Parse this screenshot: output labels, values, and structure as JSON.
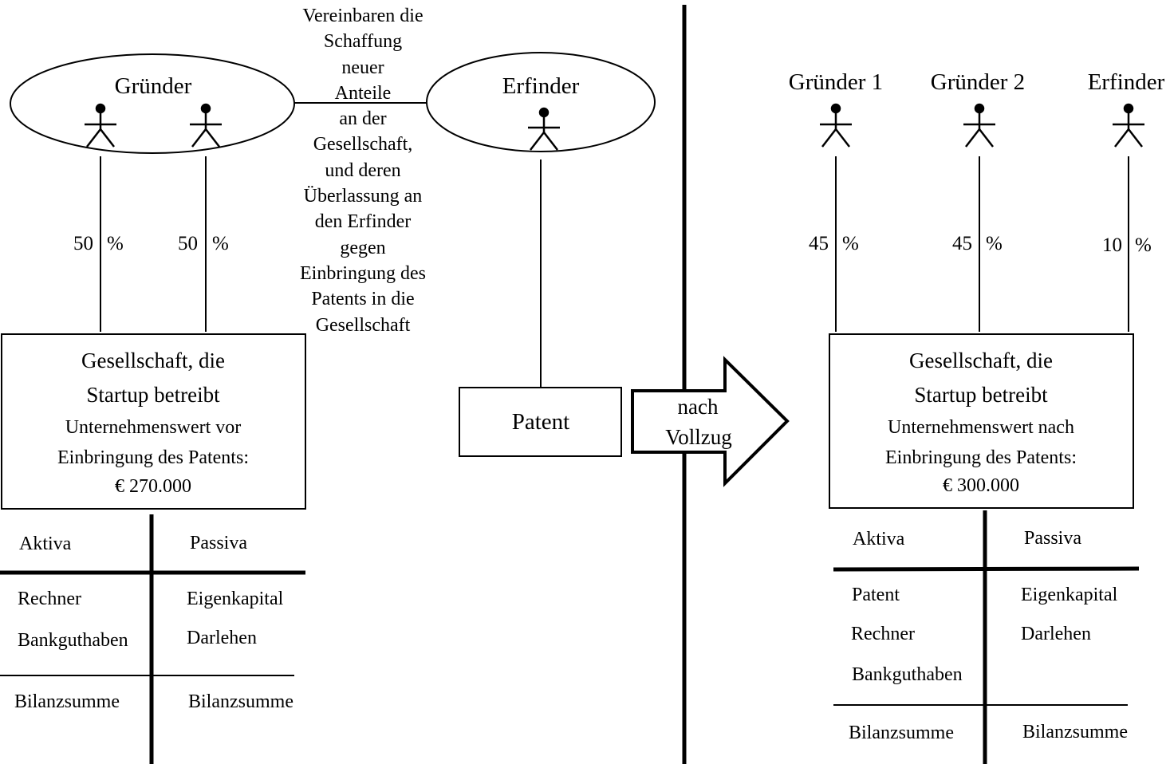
{
  "left": {
    "group_label": "Gründer",
    "inventor_label": "Erfinder",
    "share_1": "50",
    "share_2": "50",
    "percent": "%",
    "agreement_lines": [
      "Vereinbaren die",
      "Schaffung",
      "neuer",
      "Anteile",
      "an der",
      "Gesellschaft,",
      "und deren",
      "Überlassung an",
      "den Erfinder",
      "gegen",
      "Einbringung des",
      "Patents in die",
      "Gesellschaft"
    ],
    "company": {
      "line1": "Gesellschaft, die",
      "line2": "Startup betreibt",
      "line3": "Unternehmenswert vor",
      "line4": "Einbringung des Patents:",
      "value": "€ 270.000"
    },
    "patent_label": "Patent",
    "balance": {
      "aktiva_header": "Aktiva",
      "passiva_header": "Passiva",
      "aktiva_items": [
        "Rechner",
        "Bankguthaben"
      ],
      "passiva_items": [
        "Eigenkapital",
        "Darlehen"
      ],
      "total_left": "Bilanzsumme",
      "total_right": "Bilanzsumme"
    }
  },
  "arrow": {
    "line1": "nach",
    "line2": "Vollzug"
  },
  "right": {
    "founder1_label": "Gründer 1",
    "founder2_label": "Gründer 2",
    "inventor_label": "Erfinder",
    "share_1": "45",
    "share_2": "45",
    "share_3": "10",
    "percent": "%",
    "company": {
      "line1": "Gesellschaft, die",
      "line2": "Startup betreibt",
      "line3": "Unternehmenswert nach",
      "line4": "Einbringung des Patents:",
      "value": "€ 300.000"
    },
    "balance": {
      "aktiva_header": "Aktiva",
      "passiva_header": "Passiva",
      "aktiva_items": [
        "Patent",
        "Rechner",
        "Bankguthaben"
      ],
      "passiva_items": [
        "Eigenkapital",
        "Darlehen"
      ],
      "total_left": "Bilanzsumme",
      "total_right": "Bilanzsumme"
    }
  }
}
